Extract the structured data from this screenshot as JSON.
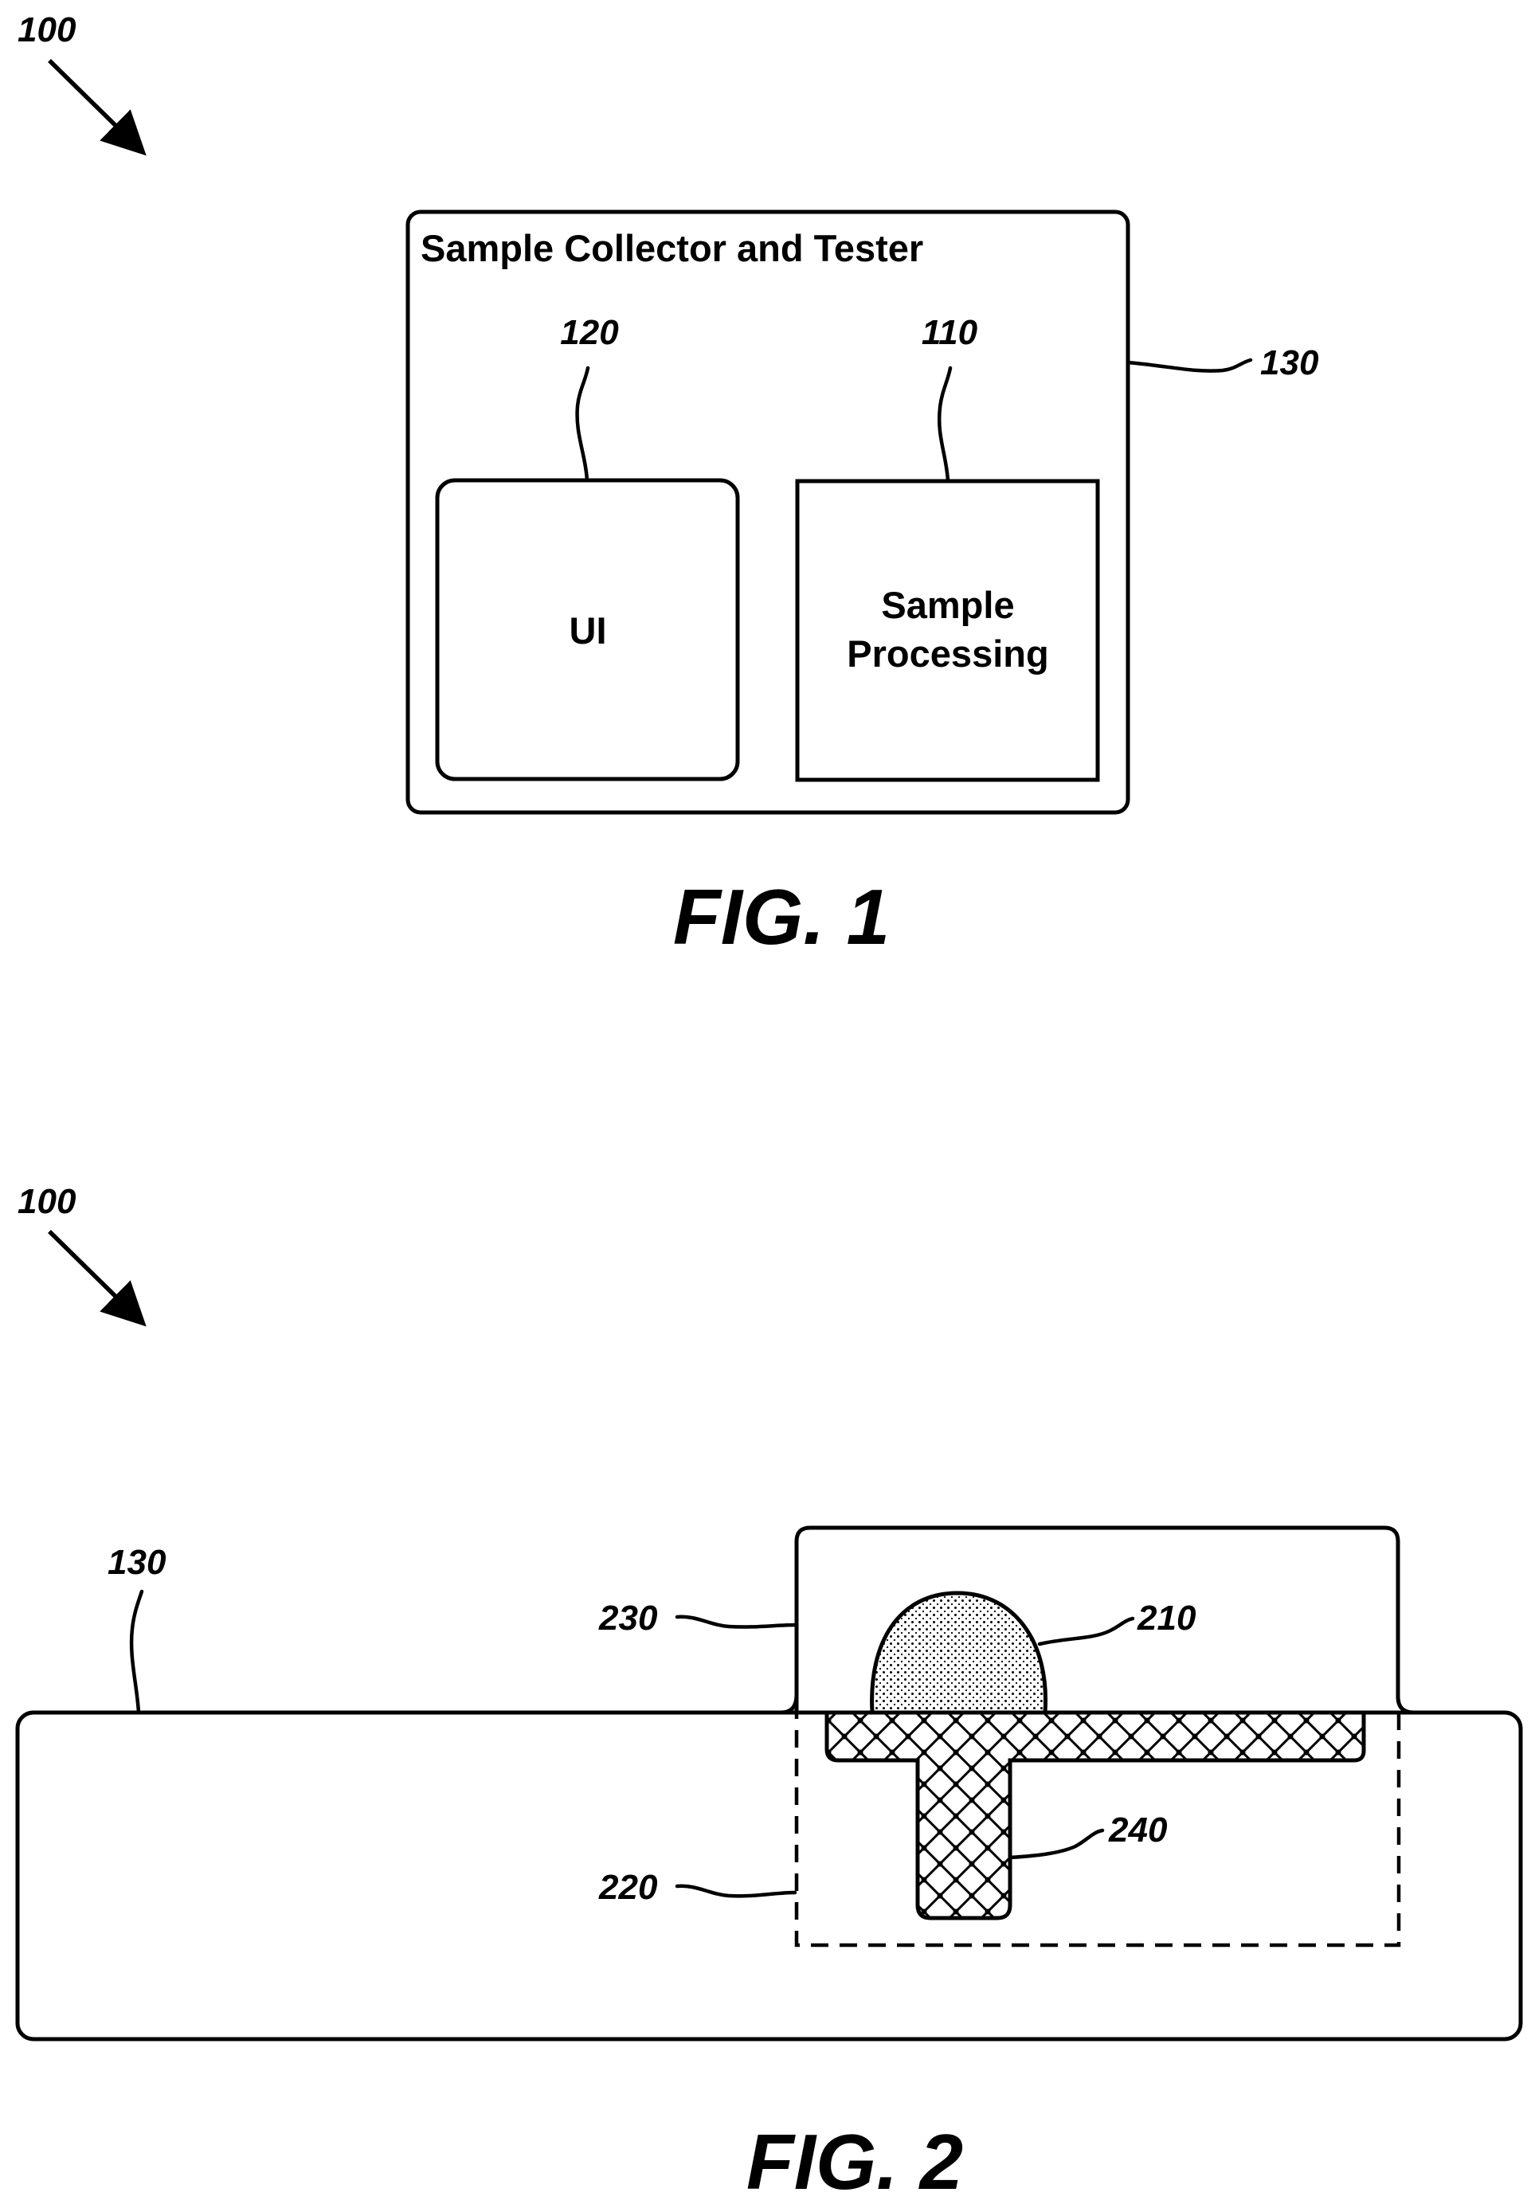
{
  "fig1": {
    "ref_system": "100",
    "outer_box": {
      "title": "Sample Collector and Tester",
      "ref": "130"
    },
    "ui_box": {
      "label": "UI",
      "ref": "120"
    },
    "processing_box": {
      "label_line1": "Sample",
      "label_line2": "Processing",
      "ref": "110"
    },
    "caption": "FIG. 1"
  },
  "fig2": {
    "ref_system": "100",
    "ref_base": "130",
    "ref_cover": "230",
    "ref_sample": "210",
    "ref_channel": "240",
    "ref_region": "220",
    "caption": "FIG. 2"
  }
}
